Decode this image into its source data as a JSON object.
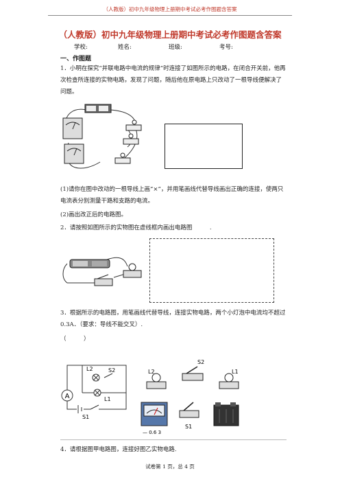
{
  "header": {
    "text": "（人教版）初中九年级物理上册期中考试必考作图题含答案"
  },
  "title": "（人教版）初中九年级物理上册期中考试必考作图题含答案",
  "meta": {
    "school": "学校:",
    "name": "姓名:",
    "class": "班级:",
    "number": "考号:"
  },
  "section": "一、作图题",
  "q1": {
    "text": "1．小明在探究“并联电路中电流的规律”时连接了如图所示的电路，在闭合开关前，他再次检查所连接的实物电路，发现了问题，随后他在原电路上只改动了一根导线便解决了问题。",
    "sub1": "(1)请你在图中改动的一根导线上画“×”，并用笔画线代替导线画出正确的连接，使两只电流表分别测量干路和支路的电流。",
    "sub2": "(2)画出改正后的电路图。"
  },
  "q2": {
    "text": "2．请按照如图所示的实物图在虚线框内画出电路图　　　."
  },
  "q3": {
    "text": "3．根据所示的电路图，用笔画线代替导线，连接实物电路，两个小灯泡中电流均不超过 0.3A．（要求：导线不能交叉）.",
    "paren": "（　　　）",
    "labels": {
      "L2": "L2",
      "S2": "S2",
      "A": "A",
      "L1": "L1",
      "S1": "S1",
      "meter_scale": "0.6 3"
    }
  },
  "q4": {
    "text": "4．请根据图甲电路图，连接好图乙实物电路."
  },
  "footer": "试卷第 1 页，总 4 页"
}
